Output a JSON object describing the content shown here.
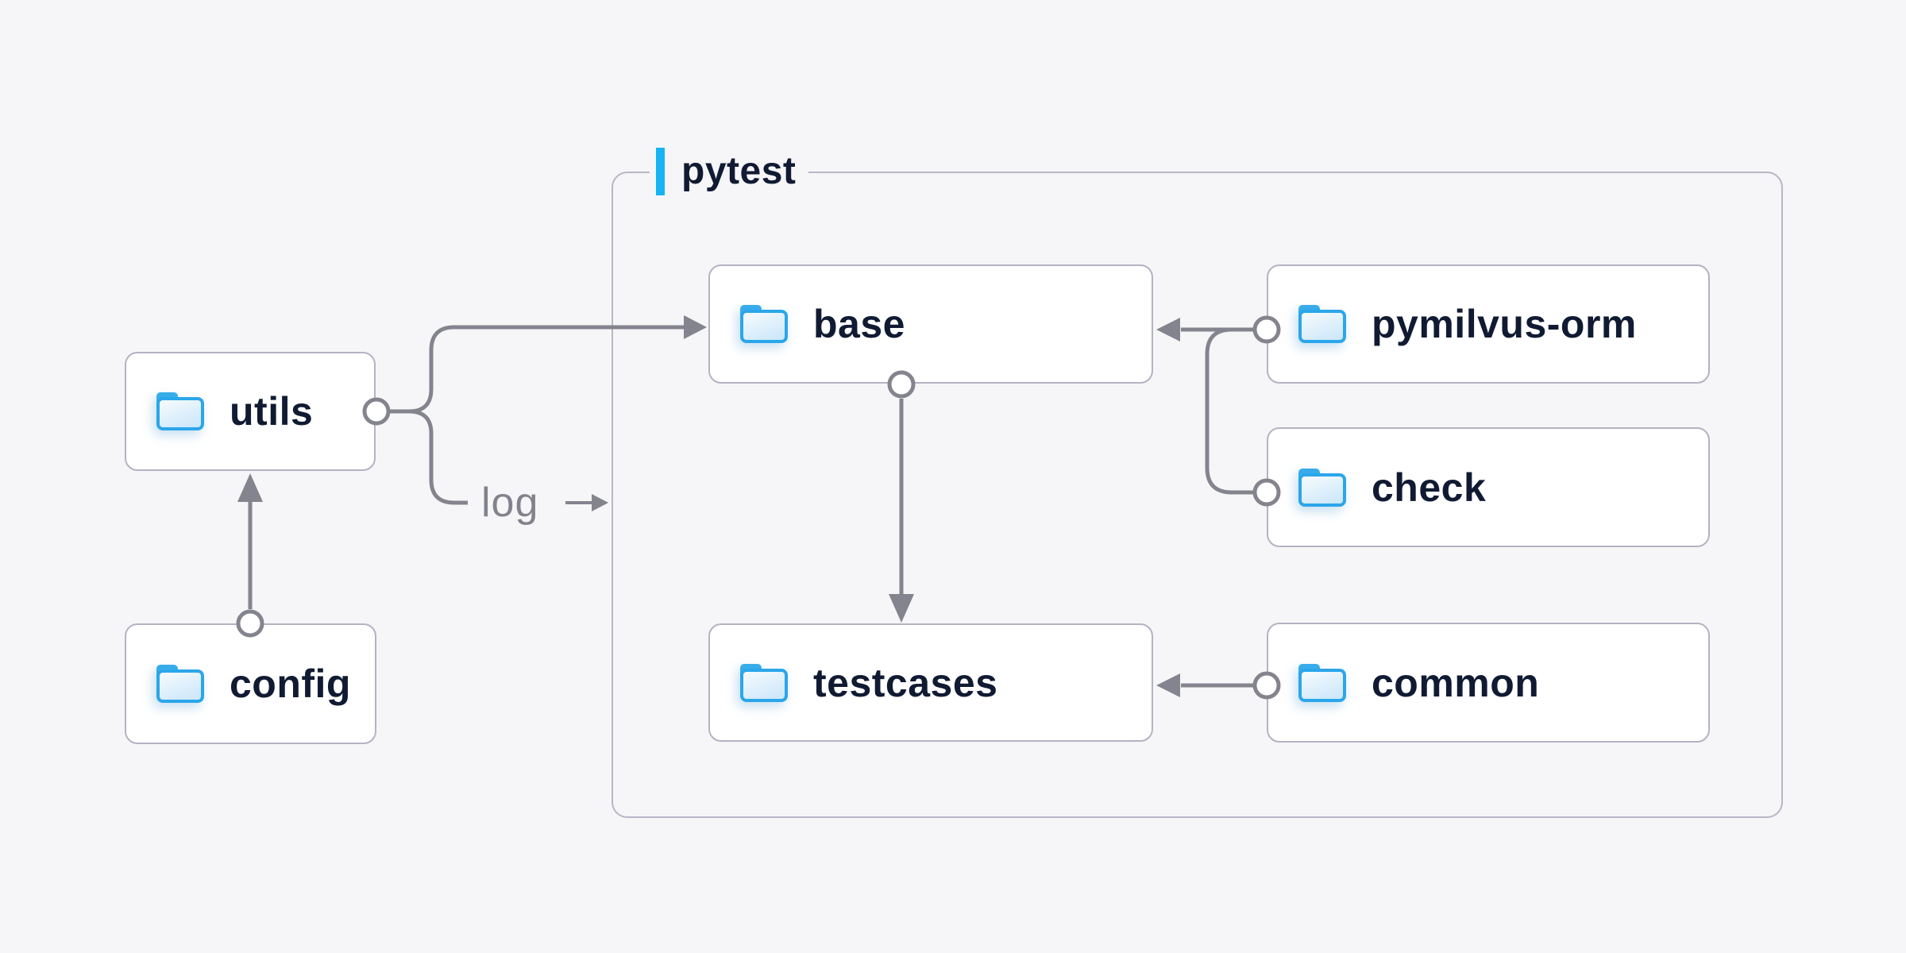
{
  "diagram": {
    "group": {
      "label": "pytest"
    },
    "edge_label": "log",
    "nodes": [
      {
        "id": "utils",
        "label": "utils"
      },
      {
        "id": "config",
        "label": "config"
      },
      {
        "id": "base",
        "label": "base"
      },
      {
        "id": "testcases",
        "label": "testcases"
      },
      {
        "id": "pymilvus-orm",
        "label": "pymilvus-orm"
      },
      {
        "id": "check",
        "label": "check"
      },
      {
        "id": "common",
        "label": "common"
      }
    ],
    "colors": {
      "accent_blue": "#17b3f4",
      "folder_blue": "#2ba6ea",
      "folder_tab": "#38acea",
      "line_gray": "#84848e",
      "text_navy": "#101b33",
      "label_gray": "#82828c",
      "border_gray": "#b3b3c3",
      "background": "#f6f6f8"
    }
  }
}
